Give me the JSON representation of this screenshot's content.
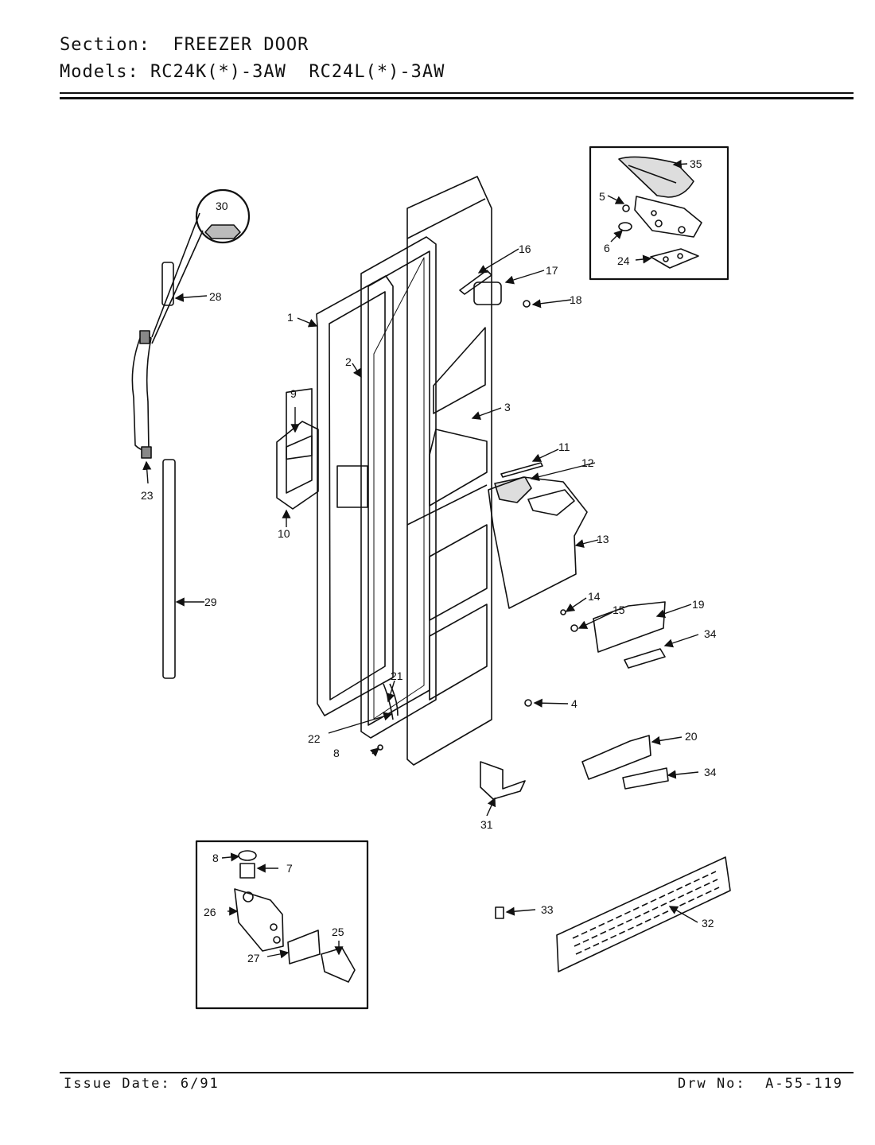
{
  "header": {
    "section_label": "Section:",
    "section_value": "FREEZER DOOR",
    "models_label": "Models:",
    "models_value": "RC24K(*)-3AW  RC24L(*)-3AW"
  },
  "footer": {
    "issue_label": "Issue Date:",
    "issue_value": "6/91",
    "drawing_label": "Drw No:",
    "drawing_value": "A-55-119"
  },
  "callouts": {
    "c1": "1",
    "c2": "2",
    "c3": "3",
    "c4": "4",
    "c5": "5",
    "c6": "6",
    "c7": "7",
    "c8a": "8",
    "c8b": "8",
    "c9": "9",
    "c10": "10",
    "c11": "11",
    "c12": "12",
    "c13": "13",
    "c14": "14",
    "c15": "15",
    "c16": "16",
    "c17": "17",
    "c18": "18",
    "c19": "19",
    "c20": "20",
    "c21": "21",
    "c22": "22",
    "c23": "23",
    "c24": "24",
    "c25": "25",
    "c26": "26",
    "c27": "27",
    "c28": "28",
    "c29": "29",
    "c30": "30",
    "c31": "31",
    "c32": "32",
    "c33": "33",
    "c34a": "34",
    "c34b": "34",
    "c35": "35"
  },
  "colors": {
    "ink": "#111111",
    "paper": "#ffffff"
  }
}
